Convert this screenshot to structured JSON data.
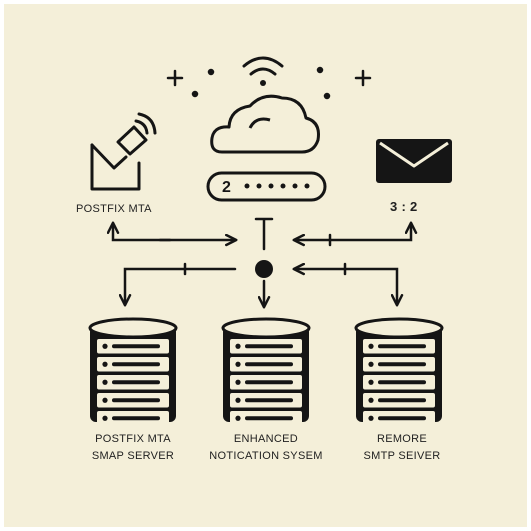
{
  "nodes": {
    "top_left": {
      "label": "POSTFIX MTA",
      "icon": "envelope-signal-icon"
    },
    "top_center": {
      "icon": "cloud-router-icon",
      "device_text": "2"
    },
    "top_right": {
      "label": "3 : 2",
      "icon": "envelope-icon"
    }
  },
  "servers": [
    {
      "line1": "POSTFIX MTA",
      "line2": "SMAP SERVER",
      "icon": "server-stack-icon"
    },
    {
      "line1": "ENHANCED",
      "line2": "NOTICATION SYSEM",
      "icon": "server-stack-icon"
    },
    {
      "line1": "REMORE",
      "line2": "SMTP SEIVER",
      "icon": "server-stack-icon"
    }
  ],
  "colors": {
    "background": "#f4efd9",
    "ink": "#151515"
  }
}
